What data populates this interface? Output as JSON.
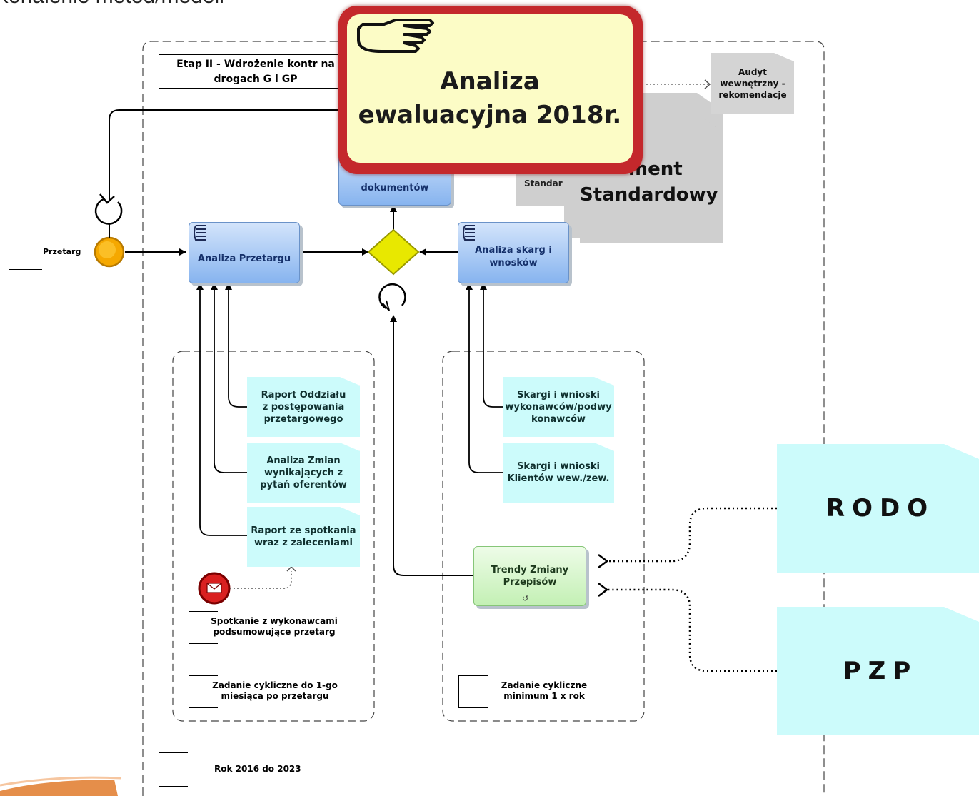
{
  "page_title": "Konalenie metod/modeli",
  "stage_label": "Etap II - Wdrożenie kontr na drogach G i GP",
  "start_event_label": "Przetarg",
  "tasks": {
    "analiza_przetargu": "Analiza Przetargu",
    "analiza_skarg": "Analiza skarg i wnosków",
    "dokumentow": "dokumentów",
    "trendy": "Trendy Zmiany Przepisów"
  },
  "documents": {
    "raport_oddzialu": "Raport Oddziału z postępowania przetargowego",
    "analiza_zmian": "Analiza Zmian wynikających z pytań oferentów",
    "raport_spotkania": "Raport ze spotkania wraz z zaleceniami",
    "skargi_wykonawcow": "Skargi i wnioski wykonawców/podwy konawców",
    "skargi_klientow": "Skargi i wnioski Klientów wew./zew.",
    "audyt": "Audyt wewnętrzny - rekomendacje",
    "standard_small": "Standar",
    "dokument_standardowy_line1": "ment",
    "dokument_standardowy_line2": "Standardowy",
    "rodo": "RODO",
    "pzp": "PZP"
  },
  "annotations": {
    "spotkanie": "Spotkanie z wykonawcami podsumowujące przetarg",
    "zadanie_cykliczne_1": "Zadanie cykliczne do 1-go miesiąca po przetargu",
    "zadanie_cykliczne_2": "Zadanie cykliczne minimum 1 x rok",
    "rok": "Rok 2016 do 2023"
  },
  "callout": {
    "title": "Analiza ewaluacyjna 2018r.",
    "icon": "pointing-hand-icon"
  },
  "colors": {
    "task_blue": "#87b4ef",
    "document_cyan": "#ccfbfb",
    "gateway_yellow": "#e8e800",
    "start_event_orange": "#f5a800",
    "message_red": "#d92020",
    "callout_red": "#c4282c",
    "callout_fill": "#fcfcc6",
    "trendy_green": "#c3f0b4"
  }
}
